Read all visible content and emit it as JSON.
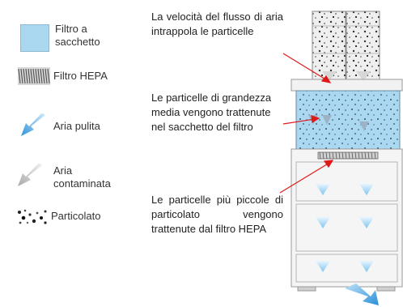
{
  "legend": {
    "bag_filter": "Filtro a\nsacchetto",
    "hepa_filter": "Filtro HEPA",
    "clean_air": "Aria pulita",
    "contaminated_air": "Aria\ncontaminata",
    "particulate": "Particolato"
  },
  "notes": {
    "airflow": "La velocità del flusso di aria intrappola le particelle",
    "medium": "Le particelle di grandezza media vengono trattenute nel sacchetto del filtro",
    "small": "Le particelle più piccole di particolato vengono trattenute dal filtro HEPA"
  },
  "colors": {
    "bag_blue": "#a9d8f0",
    "clean_arrow": "#3a9fe0",
    "dirty_arrow": "#b9b9b9",
    "pointer_red": "#e01818"
  }
}
